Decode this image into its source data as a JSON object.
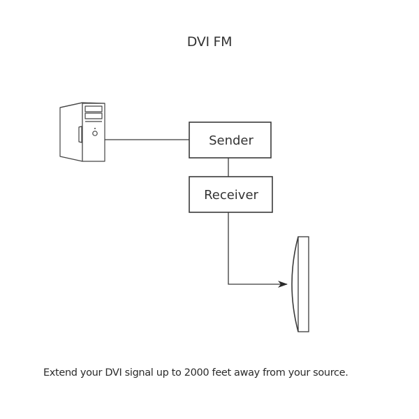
{
  "title": "DVI FM",
  "nodes": {
    "computer": {
      "label": "",
      "icon": "desktop-tower-icon"
    },
    "sender": {
      "label": "Sender"
    },
    "receiver": {
      "label": "Receiver"
    },
    "monitor": {
      "label": "",
      "icon": "monitor-icon"
    }
  },
  "edges": [
    {
      "from": "computer",
      "to": "sender",
      "arrow": false
    },
    {
      "from": "sender",
      "to": "receiver",
      "arrow": false
    },
    {
      "from": "receiver",
      "to": "monitor",
      "arrow": true
    }
  ],
  "caption": "Extend your DVI signal up to 2000 feet away from your source.",
  "colors": {
    "stroke": "#3a3a3a",
    "text": "#333333",
    "background": "#ffffff"
  }
}
